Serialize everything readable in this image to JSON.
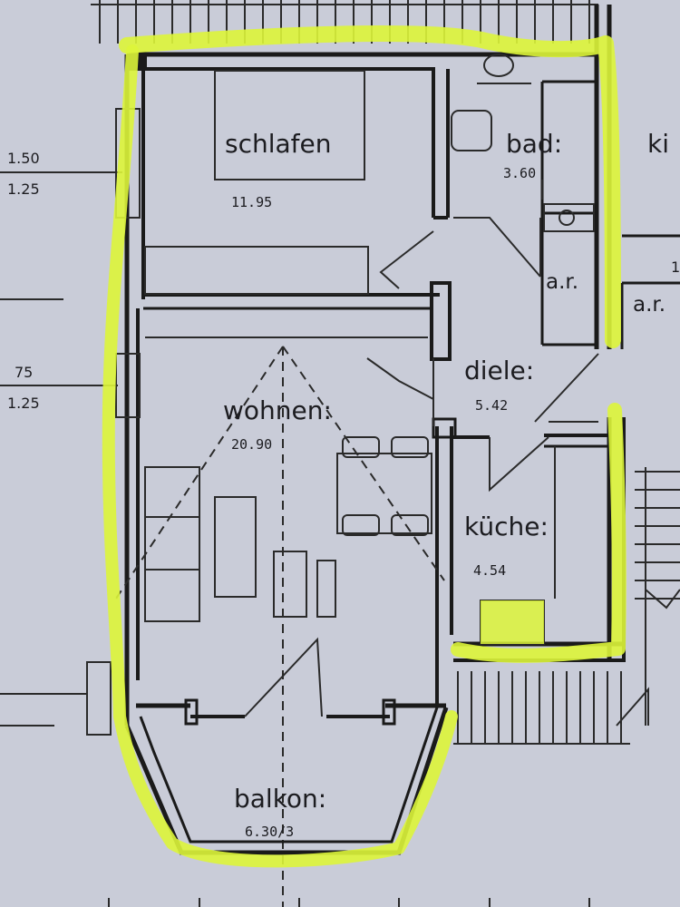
{
  "colors": {
    "paper": "#c9ccd8",
    "ink": "#1a1a1a",
    "highlight": "#ddf53a"
  },
  "rooms": {
    "schlafen": {
      "name": "schlafen",
      "area": "11.95"
    },
    "bad": {
      "name": "bad:",
      "area": "3.60"
    },
    "ar1": {
      "name": "a.r."
    },
    "ar2": {
      "name": "a.r."
    },
    "kind": {
      "name": "ki"
    },
    "diele": {
      "name": "diele:",
      "area": "5.42"
    },
    "wohnen": {
      "name": "wohnen:",
      "area": "20.90"
    },
    "kueche": {
      "name": "küche:",
      "area": "4.54"
    },
    "balkon": {
      "name": "balkon:",
      "area": "6.30/3"
    }
  },
  "dimensions": {
    "d1_top": "1.50",
    "d1_bottom": "1.25",
    "d2_top": "75",
    "d2_bottom": "1.25",
    "right_edge": "1"
  }
}
